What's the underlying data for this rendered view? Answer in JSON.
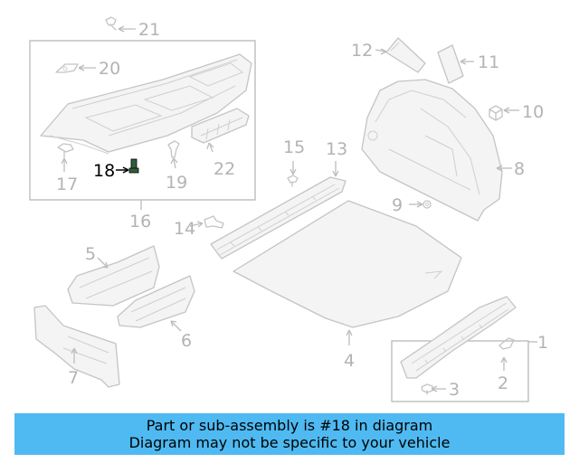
{
  "callouts": {
    "c1": "1",
    "c2": "2",
    "c3": "3",
    "c4": "4",
    "c5": "5",
    "c6": "6",
    "c7": "7",
    "c8": "8",
    "c9": "9",
    "c10": "10",
    "c11": "11",
    "c12": "12",
    "c13": "13",
    "c14": "14",
    "c15": "15",
    "c16": "16",
    "c17": "17",
    "c18": "18",
    "c19": "19",
    "c20": "20",
    "c21": "21",
    "c22": "22"
  },
  "highlight": {
    "part": "18",
    "color": "#000000"
  },
  "notice": {
    "line1": "Part or sub-assembly is #18 in diagram",
    "line2": "Diagram may not be specific to your vehicle",
    "background": "#4fbaf2"
  }
}
